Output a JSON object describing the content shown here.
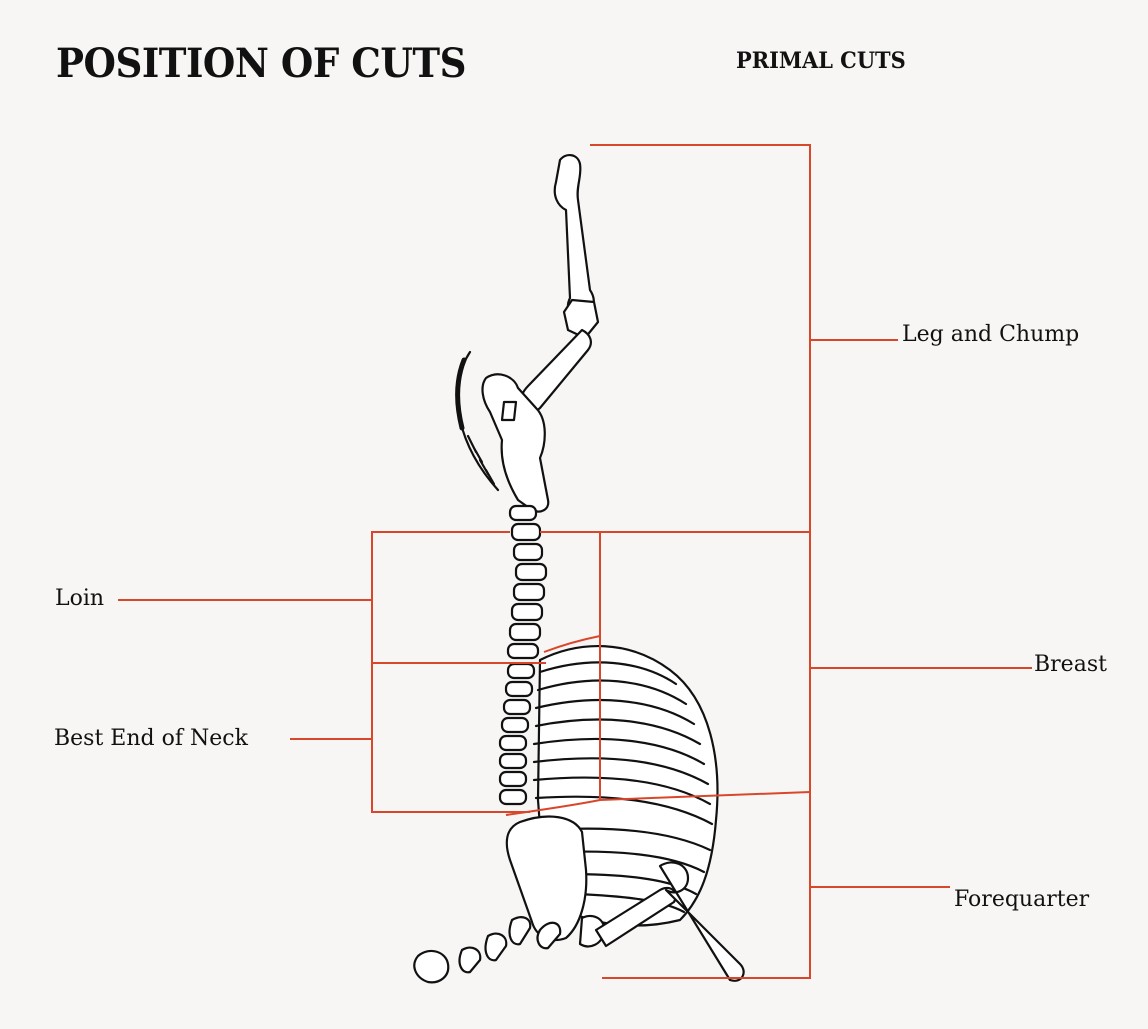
{
  "title": "POSITION OF CUTS",
  "subtitle": "PRIMAL CUTS",
  "cuts": {
    "leg_and_chump": "Leg and Chump",
    "breast": "Breast",
    "forequarter": "Forequarter",
    "loin": "Loin",
    "best_end_of_neck": "Best End of Neck"
  },
  "colors": {
    "divider_line": "#d9472b",
    "bone_outline": "#111111",
    "bone_fill": "#ffffff",
    "background": "#f8f6f5"
  }
}
